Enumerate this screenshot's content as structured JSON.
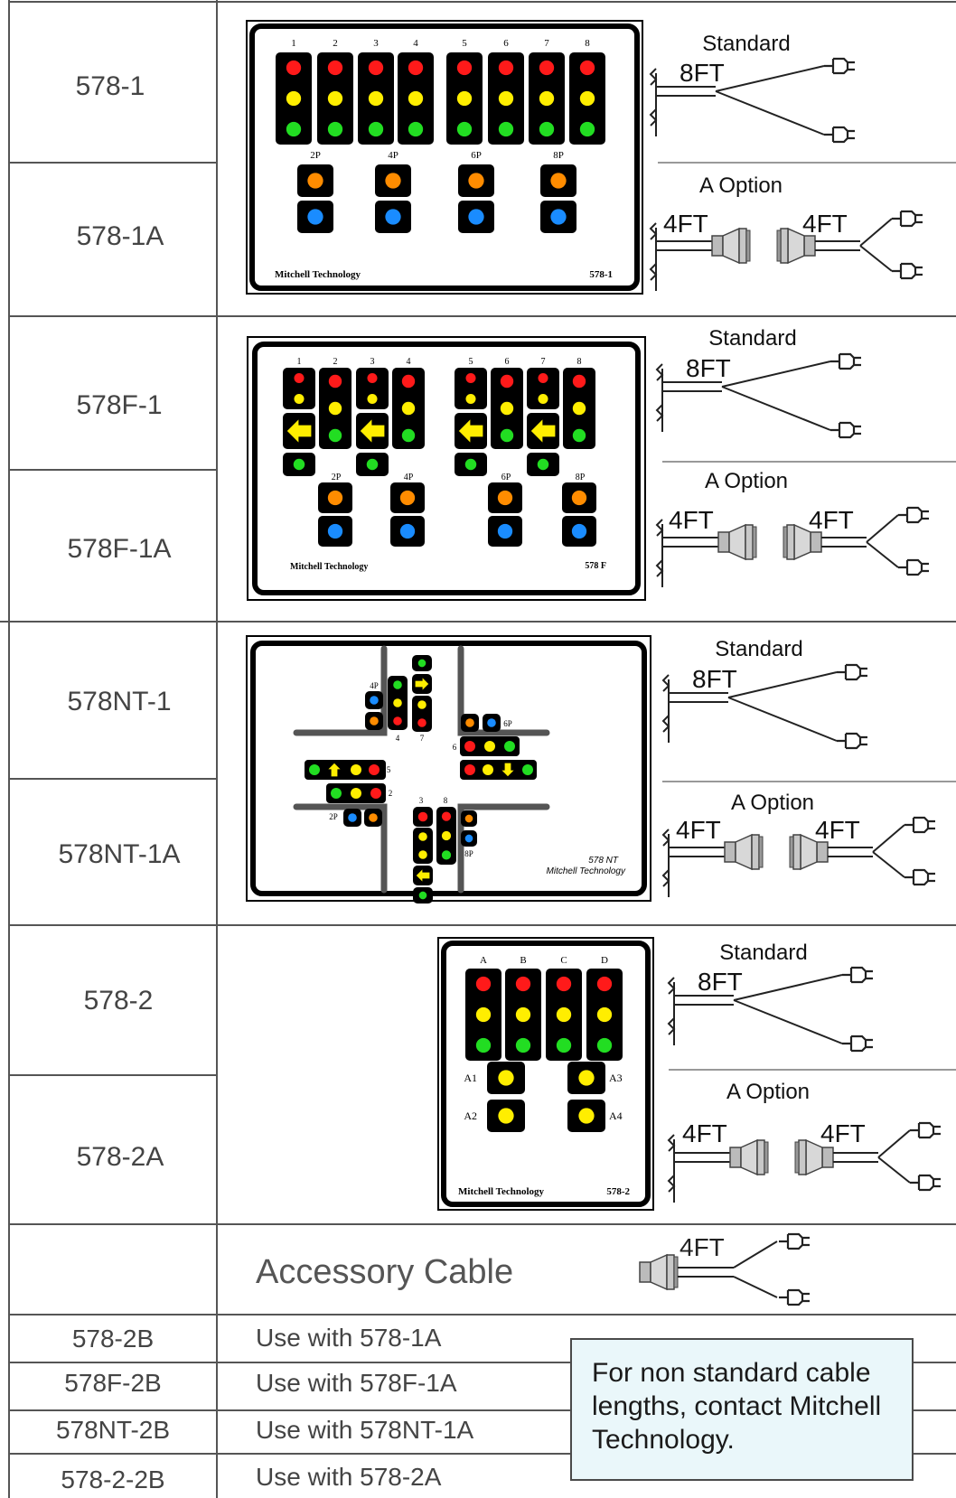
{
  "rows": [
    {
      "model": "578-1",
      "option_model": "578-1A",
      "panel_label": "578-1"
    },
    {
      "model": "578F-1",
      "option_model": "578F-1A",
      "panel_label": "578 F"
    },
    {
      "model": "578NT-1",
      "option_model": "578NT-1A",
      "panel_label": "578 NT"
    },
    {
      "model": "578-2",
      "option_model": "578-2A",
      "panel_label": "578-2"
    }
  ],
  "brand": "Mitchell Technology",
  "cable": {
    "standard": "Standard",
    "option": "A Option",
    "len8": "8FT",
    "len4": "4FT"
  },
  "accessory": {
    "title": "Accessory Cable",
    "length": "4FT"
  },
  "accessory_rows": [
    {
      "model": "578-2B",
      "use": "Use with 578-1A"
    },
    {
      "model": "578F-2B",
      "use": "Use with 578F-1A"
    },
    {
      "model": "578NT-2B",
      "use": "Use with 578NT-1A"
    },
    {
      "model": "578-2-2B",
      "use": "Use with 578-2A"
    }
  ],
  "note": "For non standard cable lengths, contact Mitchell Technology.",
  "panel1": {
    "heads": [
      "1",
      "2",
      "3",
      "4",
      "5",
      "6",
      "7",
      "8"
    ],
    "peds": [
      "2P",
      "4P",
      "6P",
      "8P"
    ]
  },
  "panelF": {
    "heads": [
      "1",
      "2",
      "3",
      "4",
      "5",
      "6",
      "7",
      "8"
    ],
    "peds": [
      "2P",
      "4P",
      "6P",
      "8P"
    ]
  },
  "panelNT": {
    "labels": [
      "4P",
      "4",
      "7",
      "6P",
      "6",
      "5",
      "2",
      "2P",
      "3",
      "8",
      "8P"
    ]
  },
  "panel2": {
    "heads": [
      "A",
      "B",
      "C",
      "D"
    ],
    "aux": [
      "A1",
      "A2",
      "A3",
      "A4"
    ]
  },
  "colors": {
    "red": "#ff1a1a",
    "yellow": "#ffee00",
    "green": "#22dd22",
    "orange": "#ff8c00",
    "blue": "#1a8cff",
    "grid": "#555555"
  }
}
